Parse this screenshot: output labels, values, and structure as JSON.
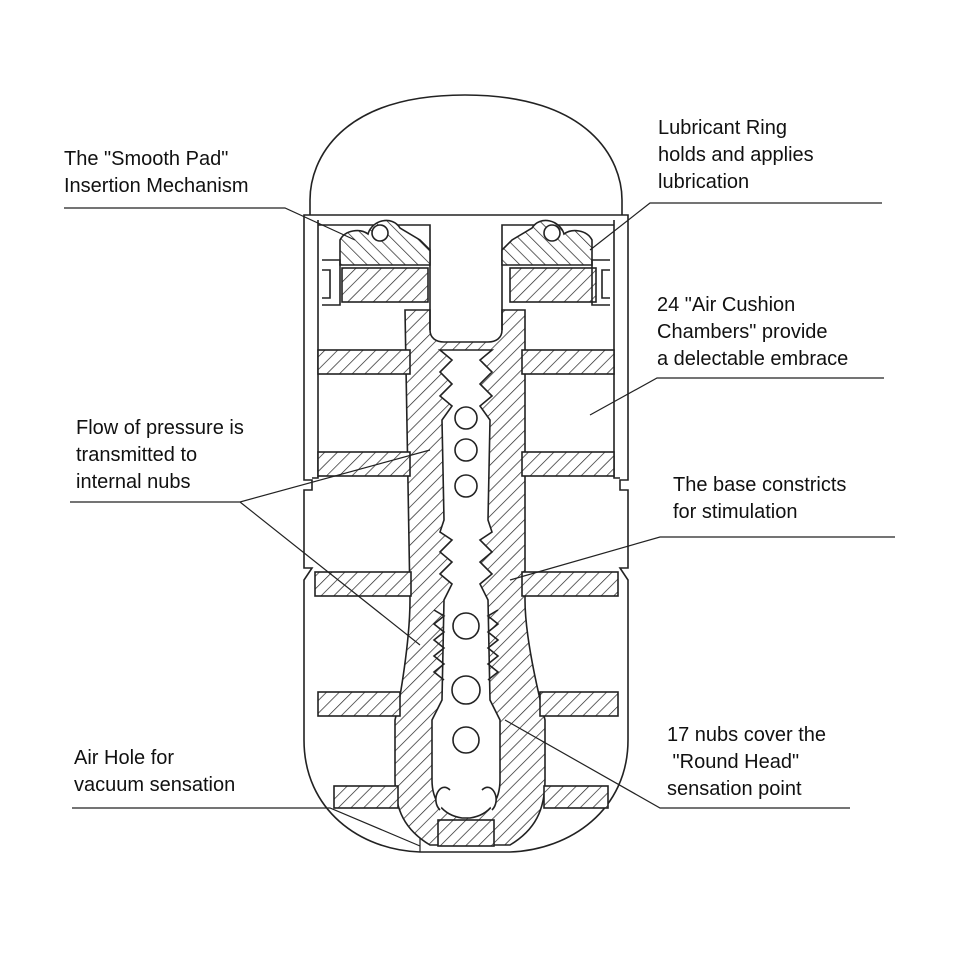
{
  "labels": {
    "smooth_pad": [
      "The \"Smooth Pad\"",
      "Insertion Mechanism"
    ],
    "lubricant_ring": [
      "Lubricant Ring",
      "holds and applies",
      "lubrication"
    ],
    "air_cushion": [
      "24 \"Air Cushion",
      "Chambers\" provide",
      "a delectable embrace"
    ],
    "flow_pressure": [
      "Flow of pressure is",
      "transmitted to",
      "internal nubs"
    ],
    "base_constricts": [
      "The base constricts",
      "for stimulation"
    ],
    "nubs": [
      "17 nubs cover the",
      " \"Round Head\"",
      "sensation point"
    ],
    "air_hole": [
      "Air Hole for",
      "vacuum sensation"
    ]
  },
  "colors": {
    "line": "#222222",
    "text": "#111111",
    "background": "#ffffff"
  }
}
